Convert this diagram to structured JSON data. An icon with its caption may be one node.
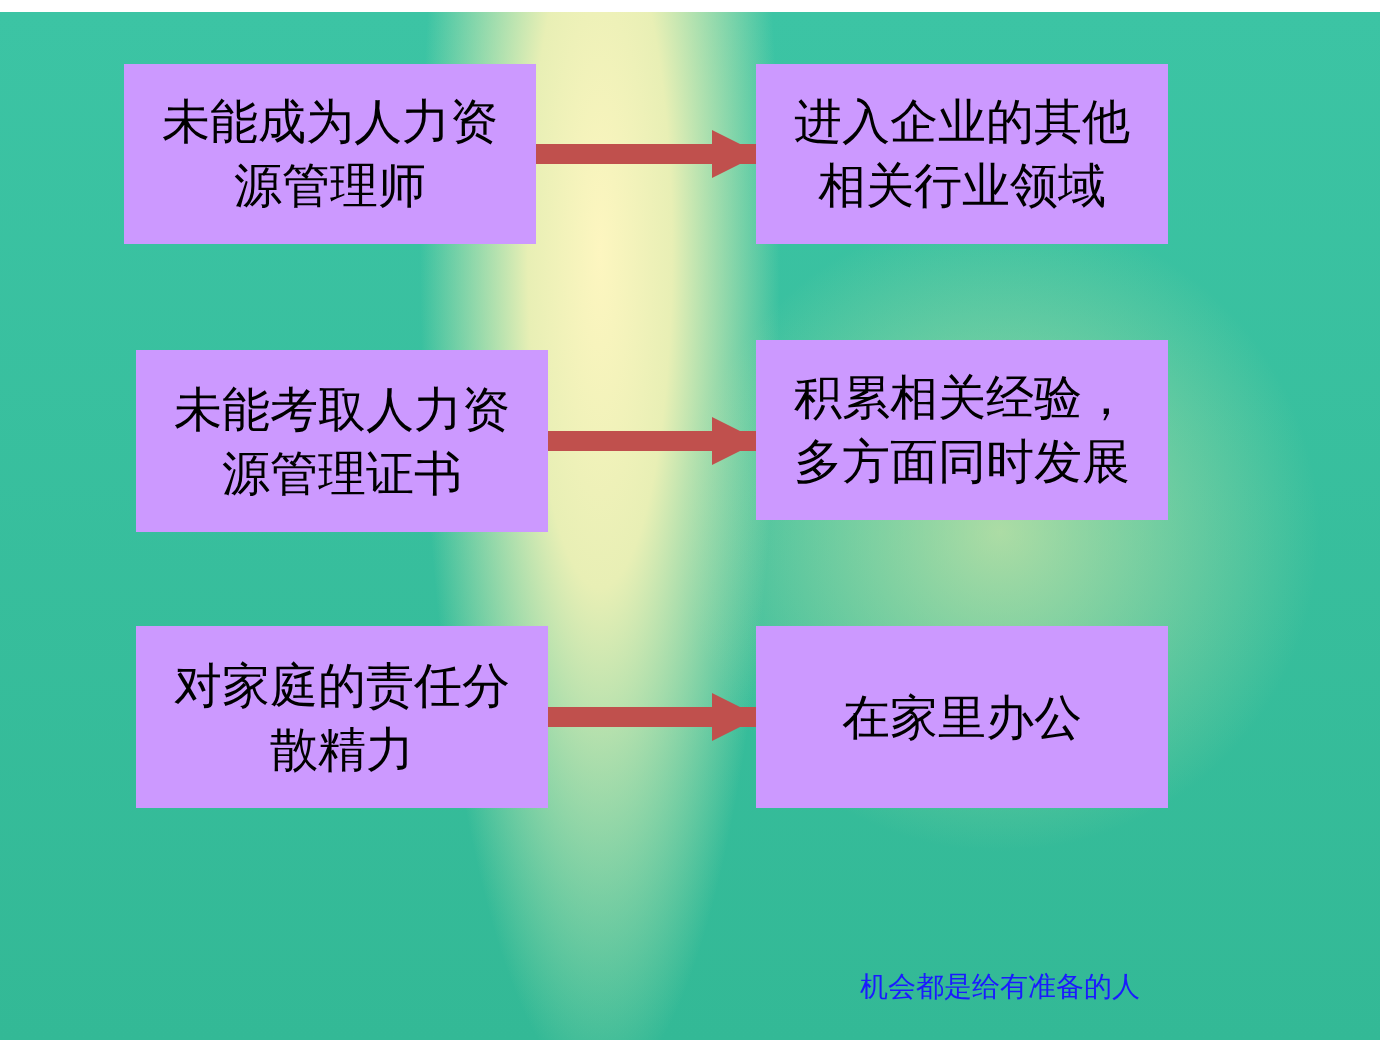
{
  "diagram": {
    "nodes": [
      {
        "text": [
          "未能成为人力资源管理师"
        ]
      },
      {
        "text": [
          "进入企业的其他相关行业领域"
        ]
      },
      {
        "text": [
          "未能考取人力资源管理证书"
        ]
      },
      {
        "text": [
          "积累相关经验，多方面同时发展"
        ]
      },
      {
        "text": [
          "对家庭的责任分散精力"
        ]
      },
      {
        "text": [
          "在家里办公"
        ]
      }
    ],
    "edges": [
      {
        "from": 0,
        "to": 1,
        "arrow": "to"
      },
      {
        "from": 2,
        "to": 3,
        "arrow": "to"
      },
      {
        "from": 4,
        "to": 5,
        "arrow": "to"
      }
    ],
    "labels": [
      "机会都是给有准备的人"
    ]
  }
}
